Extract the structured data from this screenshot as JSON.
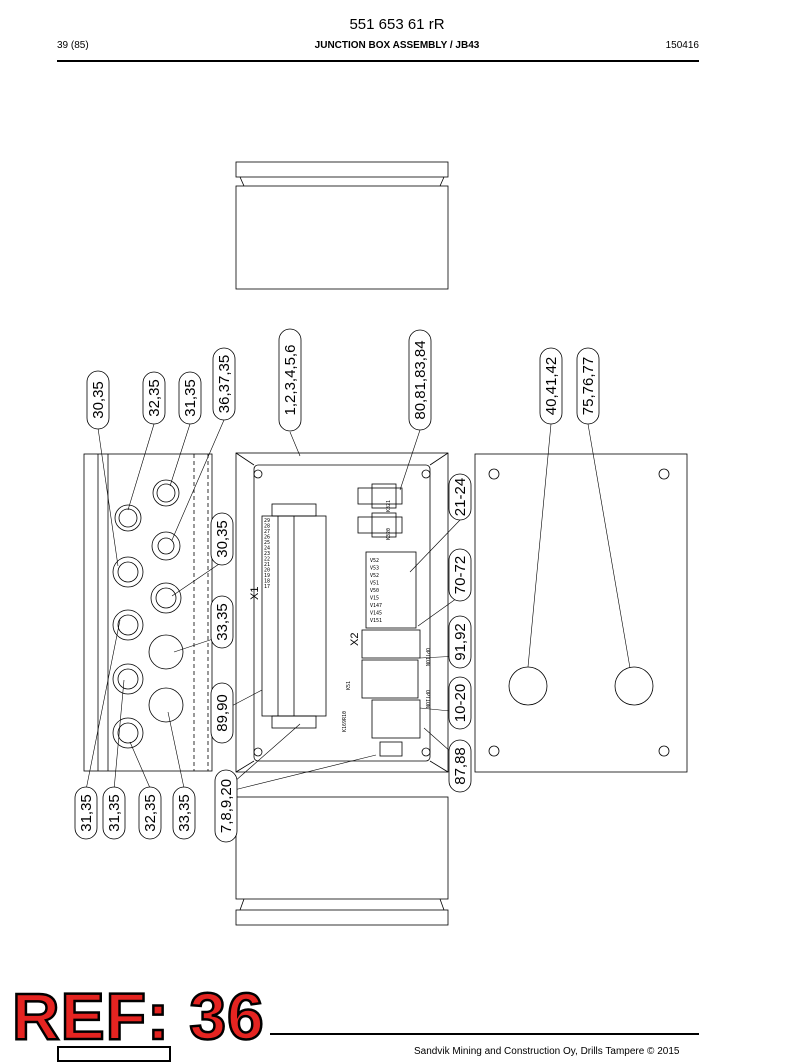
{
  "header": {
    "doc_number": "551 653 61 rR",
    "page": "39 (85)",
    "title": "JUNCTION BOX ASSEMBLY / JB43",
    "date": "150416"
  },
  "callouts": [
    "30,35",
    "32,35",
    "31,35",
    "36,37,35",
    "1,2,3,4,5,6",
    "80,81,83,84",
    "40,41,42",
    "75,76,77",
    "21-24",
    "30,35",
    "70-72",
    "33,35",
    "91,92",
    "89,90",
    "10-20",
    "87,88",
    "31,35",
    "31,35",
    "32,35",
    "33,35",
    "7,8,9,20"
  ],
  "drawing_text": {
    "terminal_x1": "X1",
    "terminal_x2": "X2",
    "relay_top": "K321",
    "relay_bottom": "K320",
    "relay_k51": "K51",
    "relay_k169": "K169R10",
    "option1": "OPTION",
    "option2": "OPTION",
    "vlabels": [
      "V52",
      "V53",
      "V52",
      "V51",
      "V50",
      "V15",
      "V147",
      "V145",
      "V151"
    ],
    "x1_rows": [
      "29",
      "28",
      "27",
      "26",
      "25",
      "24",
      "23",
      "22",
      "21",
      "20",
      "19",
      "18",
      "17",
      "16",
      "15",
      "14",
      "13",
      "12",
      "11",
      "10",
      "9",
      "8",
      "7",
      "6",
      "5",
      "4",
      "3",
      "2",
      "1"
    ]
  },
  "footer": {
    "ref_stamp": "REF: 36",
    "copyright": "Sandvik Mining and Construction Oy, Drills Tampere © 2015"
  }
}
